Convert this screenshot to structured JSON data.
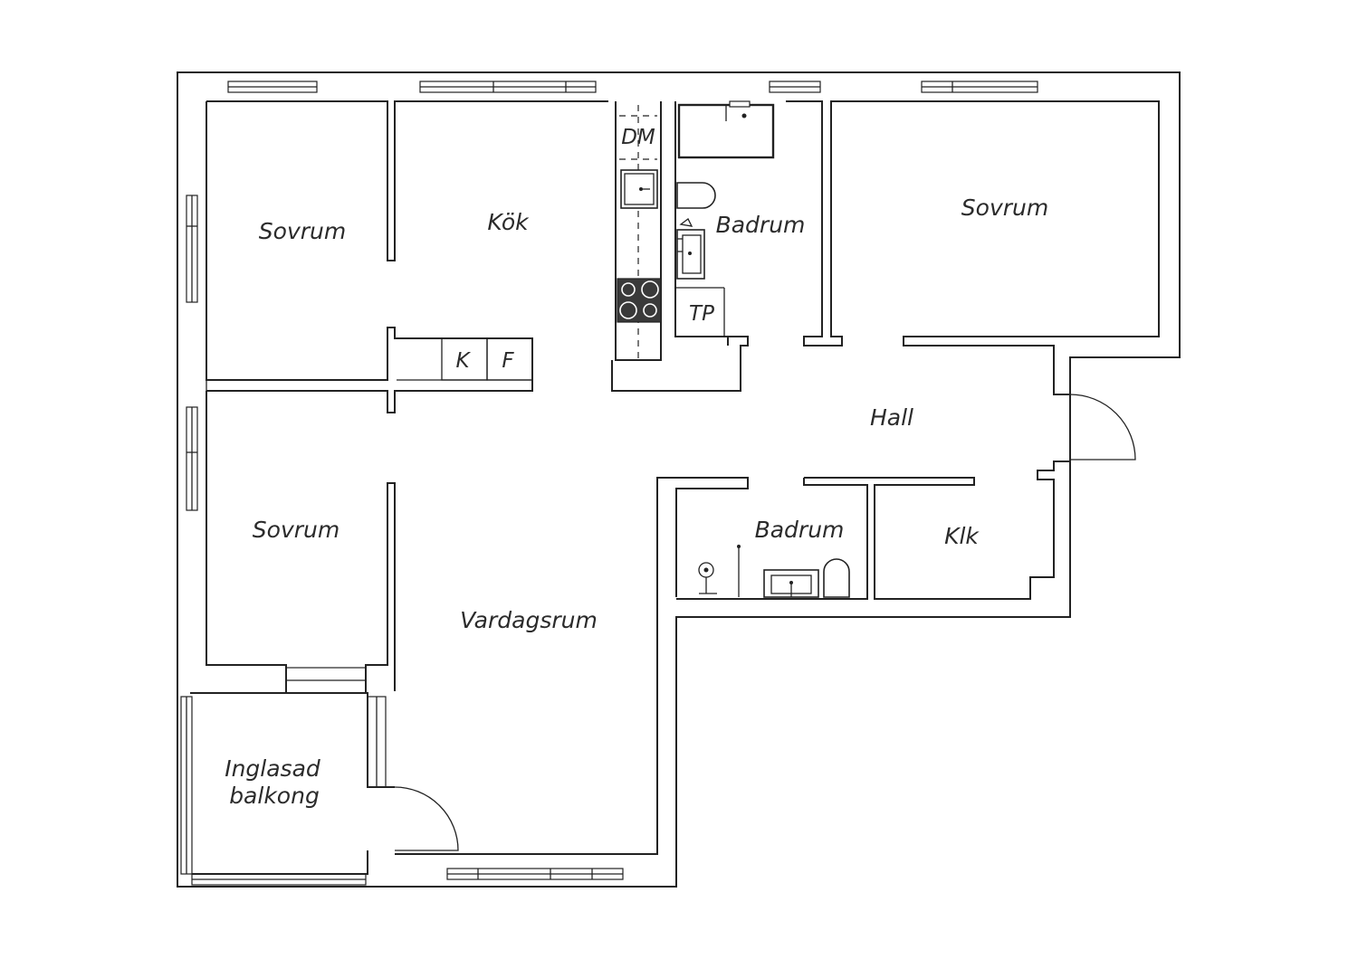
{
  "plan": {
    "rooms": {
      "bedroom_nw": "Sovrum",
      "kitchen": "Kök",
      "bathroom_north": "Badrum",
      "bedroom_ne": "Sovrum",
      "hall": "Hall",
      "bedroom_w": "Sovrum",
      "living_room": "Vardagsrum",
      "bathroom_south": "Badrum",
      "closet": "Klk",
      "balcony_line1": "Inglasad",
      "balcony_line2": "balkong"
    },
    "fixtures": {
      "dishwasher": "DM",
      "fridge": "K",
      "freezer": "F",
      "laundry": "TP"
    }
  }
}
